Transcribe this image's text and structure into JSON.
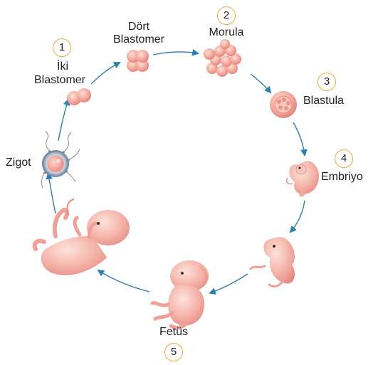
{
  "stages": [
    {
      "label": "Zigot"
    },
    {
      "number": "1",
      "label_line1": "İki",
      "label_line2": "Blastomer"
    },
    {
      "label_line1": "Dört",
      "label_line2": "Blastomer"
    },
    {
      "number": "2",
      "label": "Morula"
    },
    {
      "number": "3",
      "label": "Blastula"
    },
    {
      "number": "4",
      "label": "Embriyo"
    },
    {
      "number": "5",
      "label": "Fetüs"
    }
  ],
  "colors": {
    "arrow": "#2a7fb3",
    "badge_border": "#f2a83a",
    "cell": "#f4a79a",
    "cell_dark": "#e47d73",
    "fetus_skin": "#f5b5aa",
    "fetus_shadow": "#e88c85",
    "zygote_ring": "#8fa4b8"
  },
  "icons": [
    "cycle-arrow",
    "cell-cluster",
    "sperm-icon",
    "embryo",
    "fetus"
  ]
}
